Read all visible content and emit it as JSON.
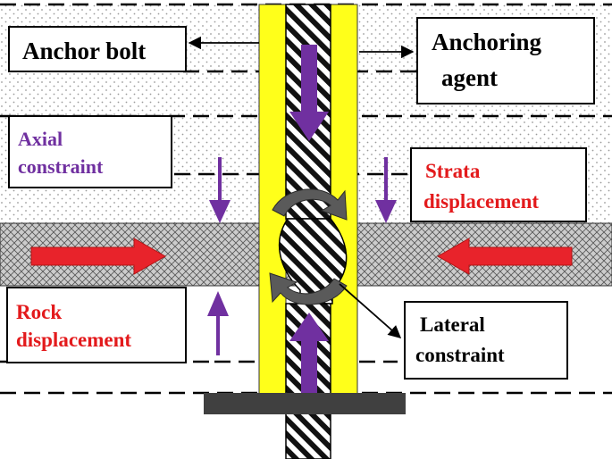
{
  "labels": {
    "anchor_bolt": "Anchor bolt",
    "anchoring_agent": [
      "Anchoring",
      "agent"
    ],
    "axial_constraint": [
      "Axial",
      "constraint"
    ],
    "strata_displacement": [
      "Strata",
      "displacement"
    ],
    "rock_displacement": [
      "Rock",
      "displacement"
    ],
    "lateral_constraint": [
      "Lateral",
      "constraint"
    ]
  },
  "colors": {
    "anchoring_agent_fill": "#ffff1a",
    "axial_arrow": "#7030a0",
    "displacement_arrow": "#e8232b",
    "displacement_text": "#e31a1c",
    "axial_text": "#7030a0",
    "plate": "#404040",
    "rock_band": "#c8c8c8",
    "stipple": "#9a9a9a"
  }
}
